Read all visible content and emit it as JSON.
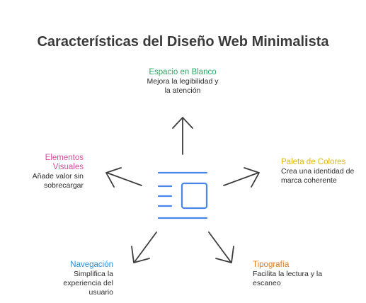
{
  "title": "Características del Diseño Web Minimalista",
  "nodes": {
    "espacio": {
      "label": "Espacio en Blanco",
      "desc1": "Mejora la legibilidad y",
      "desc2": "la atención"
    },
    "elementos": {
      "label1": "Elementos",
      "label2": "Visuales",
      "desc1": "Añade valor sin",
      "desc2": "sobrecargar"
    },
    "paleta": {
      "label": "Paleta de Colores",
      "desc1": "Crea una identidad de",
      "desc2": "marca coherente"
    },
    "navegacion": {
      "label": "Navegación",
      "desc1": "Simplifica la",
      "desc2": "experiencia del",
      "desc3": "usuario"
    },
    "tipografia": {
      "label": "Tipografía",
      "desc1": "Facilita la lectura y la",
      "desc2": "escaneo"
    }
  },
  "colors": {
    "espacio": "#2fa866",
    "elementos": "#e0479e",
    "paleta": "#e2b70d",
    "navegacion": "#2a8fd6",
    "tipografia": "#e07b1a",
    "center_icon": "#4a86e8",
    "arrows": "#3d3d3d"
  },
  "center_icon": "webpage-layout-icon"
}
